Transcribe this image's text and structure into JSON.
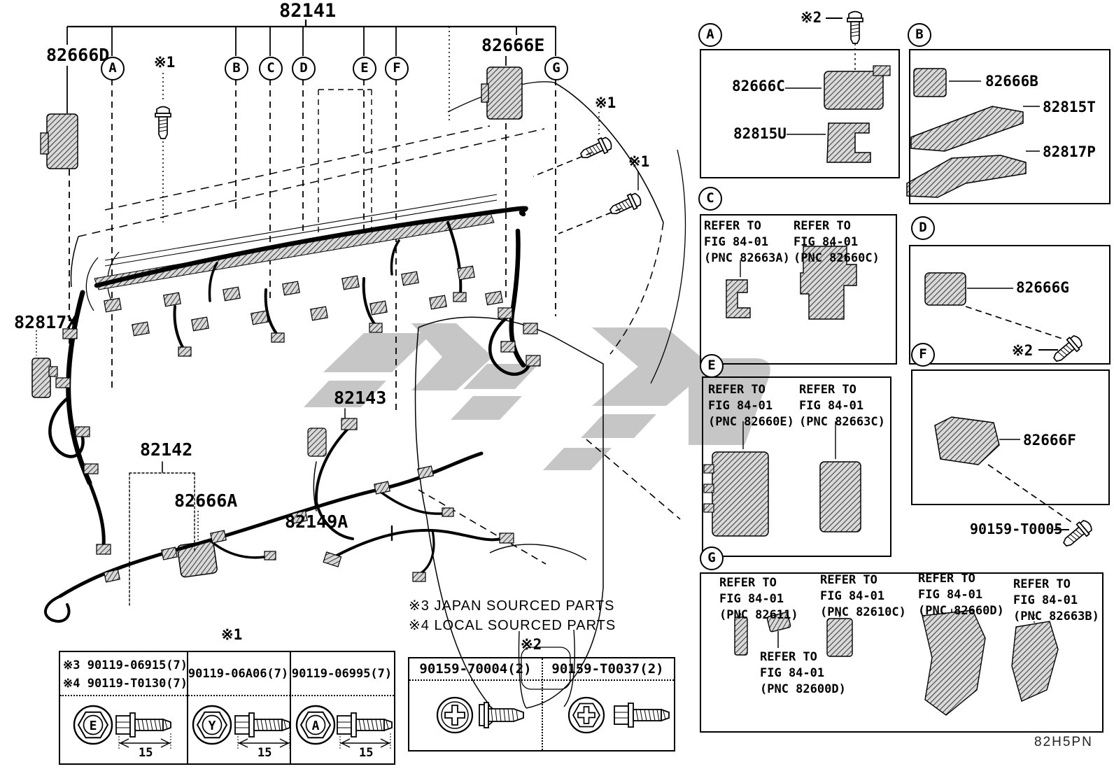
{
  "doc_code": "82H5PN",
  "main": {
    "label_82141": "82141",
    "label_82666D": "82666D",
    "label_82666E": "82666E",
    "label_82817X": "82817X",
    "label_82142": "82142",
    "label_82666A": "82666A",
    "label_82143": "82143",
    "label_82149A": "82149A",
    "screw_note_1": "※1",
    "screw_note_2": "※2",
    "callouts": {
      "a": "A",
      "b": "B",
      "c": "C",
      "d": "D",
      "e": "E",
      "f": "F",
      "g": "G"
    }
  },
  "notes": {
    "n3": "※3 JAPAN SOURCED PARTS",
    "n4": "※4 LOCAL SOURCED PARTS"
  },
  "panels": {
    "a": {
      "letter": "A",
      "part1": "82666C",
      "part2": "82815U"
    },
    "b": {
      "letter": "B",
      "part1": "82666B",
      "part2": "82815T",
      "part3": "82817P"
    },
    "c": {
      "letter": "C",
      "ref1": {
        "l1": "REFER TO",
        "l2": "FIG 84-01",
        "l3": "(PNC 82663A)"
      },
      "ref2": {
        "l1": "REFER TO",
        "l2": "FIG 84-01",
        "l3": "(PNC 82660C)"
      }
    },
    "d": {
      "letter": "D",
      "part1": "82666G",
      "screw_note": "※2"
    },
    "e": {
      "letter": "E",
      "ref1": {
        "l1": "REFER TO",
        "l2": "FIG 84-01",
        "l3": "(PNC 82660E)"
      },
      "ref2": {
        "l1": "REFER TO",
        "l2": "FIG 84-01",
        "l3": "(PNC 82663C)"
      }
    },
    "f": {
      "letter": "F",
      "part1": "82666F",
      "screw": "90159-T0005"
    },
    "g": {
      "letter": "G",
      "ref1": {
        "l1": "REFER TO",
        "l2": "FIG 84-01",
        "l3": "(PNC 82611)"
      },
      "ref2": {
        "l1": "REFER TO",
        "l2": "FIG 84-01",
        "l3": "(PNC 82610C)"
      },
      "ref3": {
        "l1": "REFER TO",
        "l2": "FIG 84-01",
        "l3": "(PNC 82660D)"
      },
      "ref4": {
        "l1": "REFER TO",
        "l2": "FIG 84-01",
        "l3": "(PNC 82663B)"
      },
      "ref5": {
        "l1": "REFER TO",
        "l2": "FIG 84-01",
        "l3": "(PNC 82600D)"
      }
    }
  },
  "bolt_table": {
    "note": "※1",
    "col1_line1": "※3 90119-06915(7)",
    "col1_line2": "※4 90119-T0130(7)",
    "col2": "90119-06A06(7)",
    "col3": "90119-06995(7)",
    "head1": "E",
    "head2": "Y",
    "head3": "A",
    "dim": "15"
  },
  "screw_table": {
    "note": "※2",
    "col1": "90159-70004(2)",
    "col2": "90159-T0037(2)"
  }
}
